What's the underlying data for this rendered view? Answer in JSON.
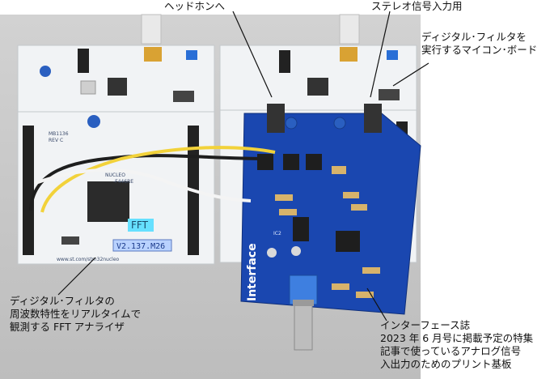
{
  "callouts": {
    "headphone": "ヘッドホンへ",
    "stereo_input": "ステレオ信号入力用",
    "filter_board": [
      "ディジタル･フィルタを",
      "実行するマイコン･ボード"
    ],
    "fft_analyzer": [
      "ディジタル･フィルタの",
      "周波数特性をリアルタイムで",
      "観測する FFT アナライザ"
    ],
    "interface_board": [
      "インターフェース誌",
      "2023 年 6 月号に掲載予定の特集",
      "記事で使っているアナログ信号",
      "入出力のためのプリント基板"
    ]
  },
  "board_labels": {
    "fft": "FFT",
    "version": "V2.137.M26",
    "brand": "Interface",
    "nucleo": "NUCLEO",
    "nucleo_model": "-F446RE",
    "mb_code": "MB1136",
    "rev": "REV C",
    "ic2": "IC2",
    "url": "www.st.com/stm32nucleo"
  },
  "colors": {
    "background": "#ffffff",
    "backdrop": "#c9c9c9",
    "nucleo_board": "#f1f3f5",
    "shield_pcb": "#1a47b0",
    "header_black": "#222222",
    "wire_yellow": "#f2d23a",
    "wire_white": "#f4f4f4",
    "wire_black": "#1e1e1e",
    "lcd_label": "#66e0ff"
  }
}
